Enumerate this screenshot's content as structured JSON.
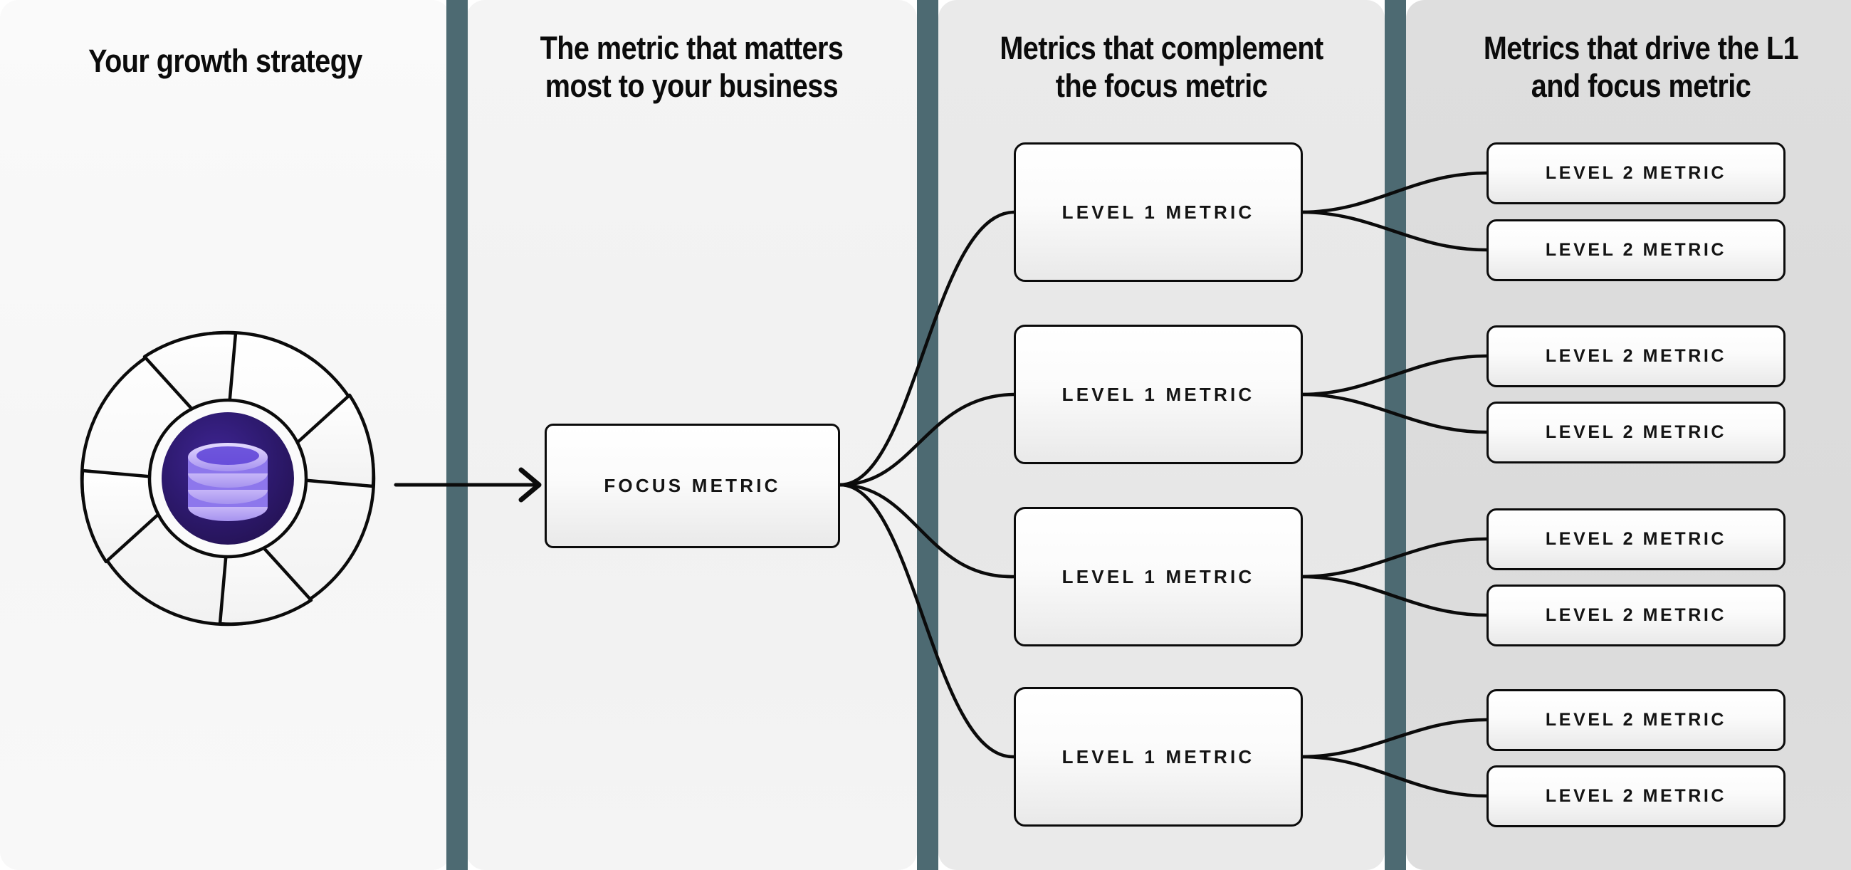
{
  "columns": [
    {
      "id": "growth-strategy",
      "title": "Your growth strategy"
    },
    {
      "id": "focus-metric",
      "title": "The metric that matters\nmost to your business"
    },
    {
      "id": "complement-metrics",
      "title": "Metrics that complement\nthe focus metric"
    },
    {
      "id": "driver-metrics",
      "title": "Metrics that drive the L1\nand focus metric"
    }
  ],
  "logo": {
    "icon_name": "database-aperture-logo",
    "center_color": "#2b1765",
    "disc_color": "#c9bdf7",
    "disc_accent": "#6d4fe0",
    "blade_color": "#fcfcfc",
    "outline_color": "#0b0b0b"
  },
  "focus_node": {
    "label": "FOCUS METRIC"
  },
  "l1_nodes": [
    {
      "label": "LEVEL 1 METRIC"
    },
    {
      "label": "LEVEL 1 METRIC"
    },
    {
      "label": "LEVEL 1 METRIC"
    },
    {
      "label": "LEVEL 1 METRIC"
    }
  ],
  "l2_nodes": [
    {
      "label": "LEVEL 2 METRIC"
    },
    {
      "label": "LEVEL 2 METRIC"
    },
    {
      "label": "LEVEL 2 METRIC"
    },
    {
      "label": "LEVEL 2 METRIC"
    },
    {
      "label": "LEVEL 2 METRIC"
    },
    {
      "label": "LEVEL 2 METRIC"
    },
    {
      "label": "LEVEL 2 METRIC"
    },
    {
      "label": "LEVEL 2 METRIC"
    }
  ],
  "colors": {
    "divider": "#4d6a72",
    "panel_1_bg": "#f8f8f8",
    "panel_2_bg": "#f2f2f2",
    "panel_3_bg": "#e8e8e8",
    "panel_4_bg": "#dcdcdc",
    "node_border": "#0b0b0b",
    "connector": "#0b0b0b",
    "text": "#0b0b0b"
  },
  "connector_arrow": {
    "icon_name": "arrow-right-icon"
  }
}
